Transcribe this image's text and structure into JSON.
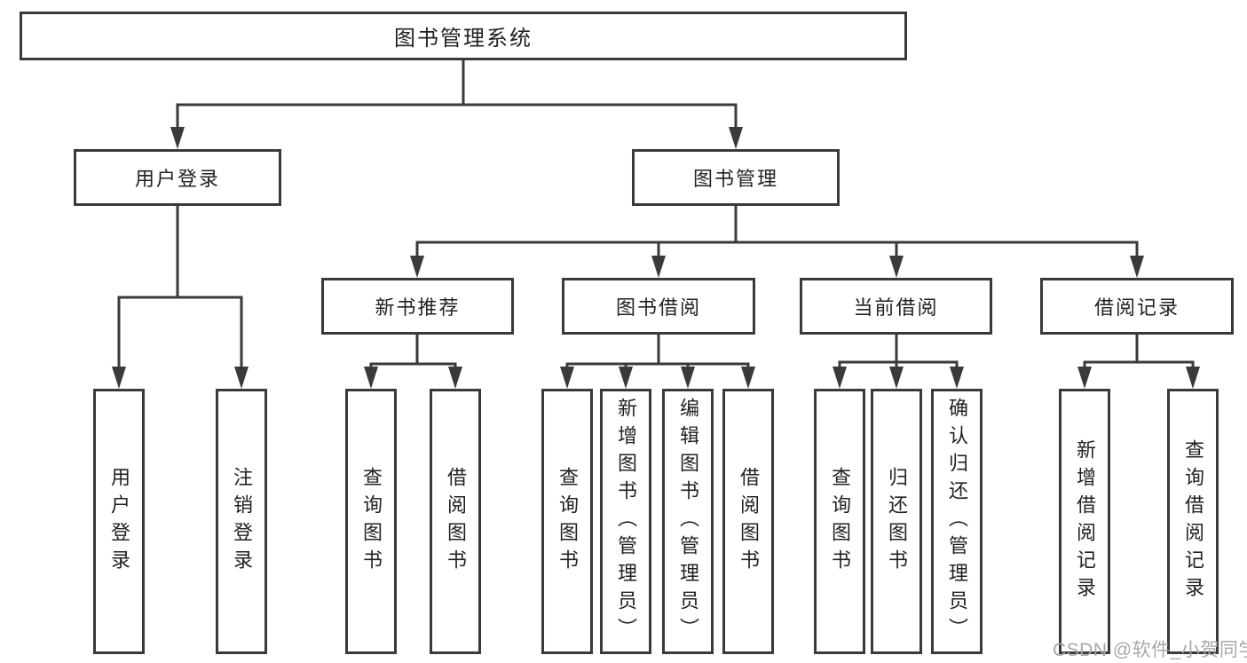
{
  "root": {
    "label": "图书管理系统"
  },
  "level2": {
    "user": {
      "label": "用户登录"
    },
    "book": {
      "label": "图书管理"
    }
  },
  "level3": {
    "recommend": {
      "label": "新书推荐"
    },
    "borrow": {
      "label": "图书借阅"
    },
    "current": {
      "label": "当前借阅"
    },
    "history": {
      "label": "借阅记录"
    }
  },
  "leaves": {
    "user": [
      "用户登录",
      "注销登录"
    ],
    "recommend": [
      "查询图书",
      "借阅图书"
    ],
    "borrow": [
      "查询图书",
      "新增图书（管理员）",
      "编辑图书（管理员）",
      "借阅图书"
    ],
    "current": [
      "查询图书",
      "归还图书",
      "确认归还（管理员）"
    ],
    "history": [
      "新增借阅记录",
      "查询借阅记录"
    ]
  },
  "watermark": "CSDN @软件_小贺同学",
  "colors": {
    "line": "#3a3a3a",
    "text": "#222222",
    "watermark": "#a8a8a8",
    "background": "#ffffff"
  }
}
